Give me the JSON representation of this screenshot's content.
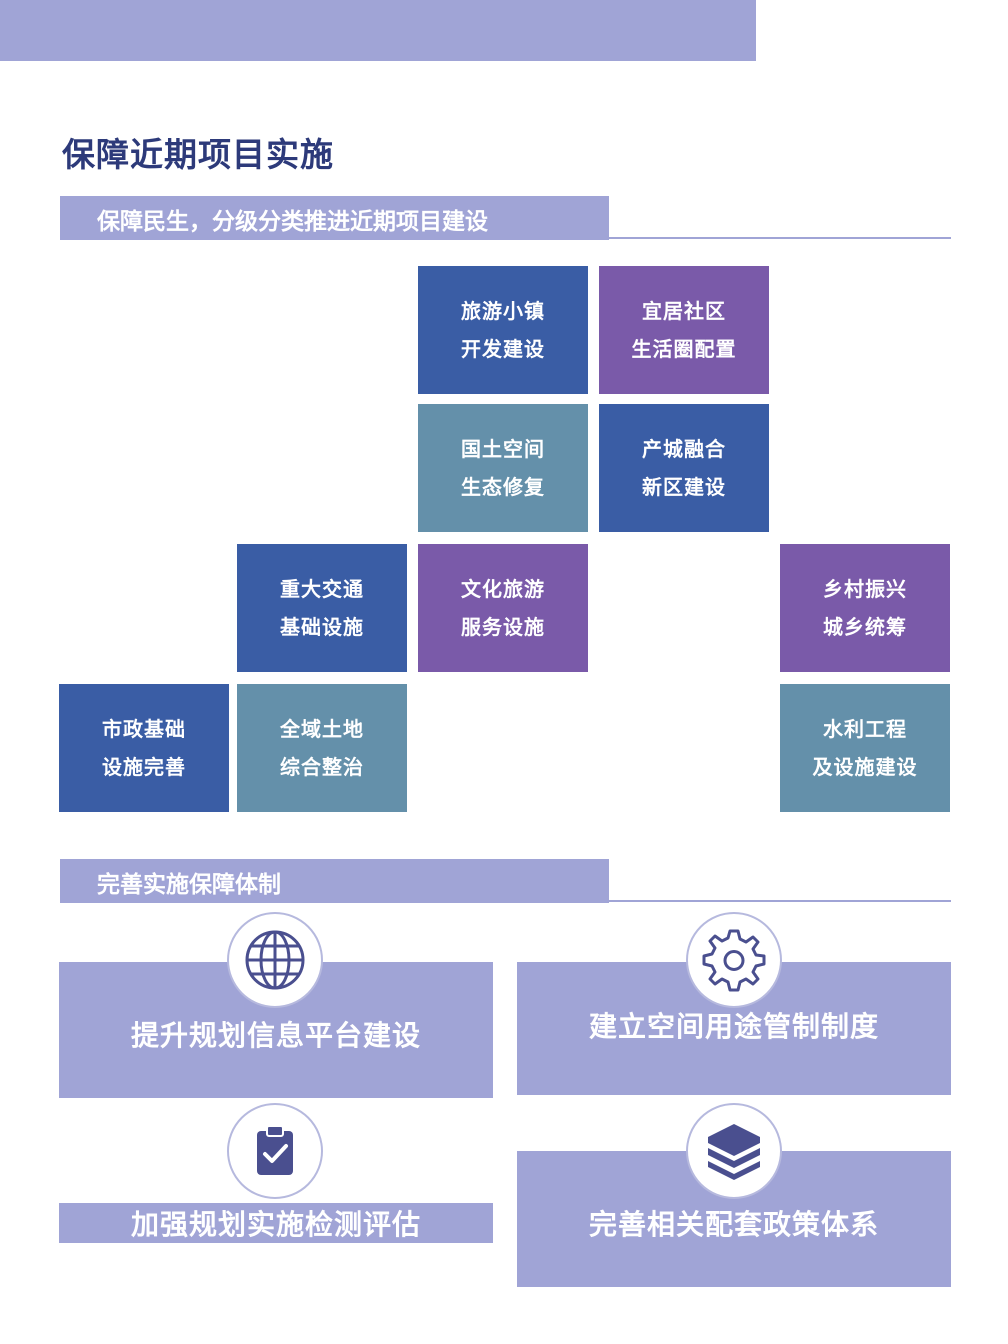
{
  "title": "保障近期项目实施",
  "section1": "保障民生，分级分类推进近期项目建设",
  "tiles": {
    "tourism_town": [
      "旅游小镇",
      "开发建设"
    ],
    "livable_community": [
      "宜居社区",
      "生活圈配置"
    ],
    "land_ecology": [
      "国土空间",
      "生态修复"
    ],
    "industry_city": [
      "产城融合",
      "新区建设"
    ],
    "transport": [
      "重大交通",
      "基础设施"
    ],
    "culture_tourism": [
      "文化旅游",
      "服务设施"
    ],
    "rural": [
      "乡村振兴",
      "城乡统筹"
    ],
    "municipal": [
      "市政基础",
      "设施完善"
    ],
    "land_consolidation": [
      "全域土地",
      "综合整治"
    ],
    "water": [
      "水利工程",
      "及设施建设"
    ]
  },
  "section2": "完善实施保障体制",
  "cards": {
    "info_platform": "提升规划信息平台建设",
    "space_control": "建立空间用途管制制度",
    "monitoring": "加强规划实施检测评估",
    "policy": "完善相关配套政策体系"
  },
  "icons": {
    "info_platform": "globe-icon",
    "space_control": "gear-icon",
    "monitoring": "clipboard-check-icon",
    "policy": "layers-icon"
  },
  "colors": {
    "accent": "#a0a4d6",
    "title": "#2d3a7a",
    "tile_blue": "#3a5da5",
    "tile_purple": "#7a5aa9",
    "tile_steel": "#6490aa"
  }
}
